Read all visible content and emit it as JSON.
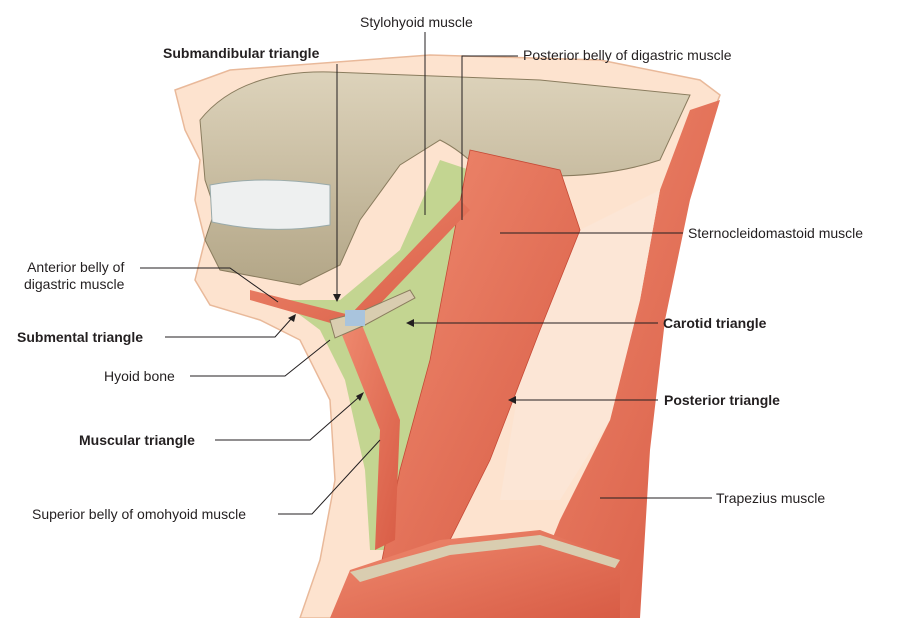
{
  "labels": {
    "stylohyoid": "Stylohyoid muscle",
    "submandibular": "Submandibular triangle",
    "posterior_digastric": "Posterior belly of digastric muscle",
    "sternocleidomastoid": "Sternocleidomastoid muscle",
    "anterior_digastric_1": "Anterior belly of",
    "anterior_digastric_2": "digastric muscle",
    "submental": "Submental triangle",
    "carotid": "Carotid triangle",
    "hyoid": "Hyoid bone",
    "posterior_triangle": "Posterior triangle",
    "muscular": "Muscular triangle",
    "trapezius": "Trapezius muscle",
    "omohyoid": "Superior belly of omohyoid muscle"
  },
  "colors": {
    "skin": "#fde3cf",
    "bone": "#cfc4a8",
    "muscle": "#e5735a",
    "triangle_green": "#bcd38a",
    "text": "#231f20"
  }
}
